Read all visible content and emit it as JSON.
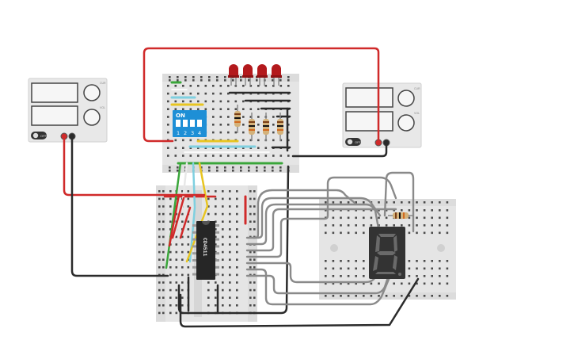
{
  "power_supply_left": {
    "toggle_label": "OFF",
    "knob_labels": [
      "CUR",
      "VOL"
    ]
  },
  "power_supply_right": {
    "toggle_label": "OFF",
    "knob_labels": [
      "CUR",
      "VOL"
    ]
  },
  "dip_switch": {
    "on_label": "ON",
    "numbers": [
      "1",
      "2",
      "3",
      "4"
    ]
  },
  "decoder_chip": {
    "label": "CD4511"
  },
  "seven_segment": {
    "digit": "8"
  },
  "leds": {
    "count": 4,
    "color": "#b3191c"
  },
  "colors": {
    "breadboard": "#e5e5e5",
    "wire_red": "#d02a2a",
    "wire_black": "#2b2b2b",
    "wire_gray": "#8a8a8a",
    "dip_blue": "#1e8fd6",
    "wire_green": "#3aa63a",
    "wire_yellow": "#e8c521",
    "wire_cyan": "#7fd0e0"
  }
}
